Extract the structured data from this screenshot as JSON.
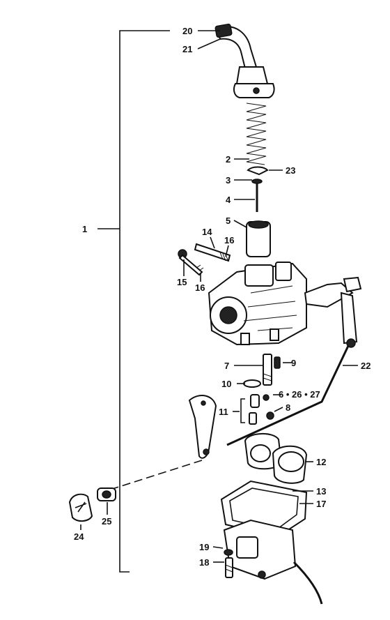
{
  "diagram": {
    "callouts": {
      "c1": "1",
      "c2": "2",
      "c3": "3",
      "c4": "4",
      "c5": "5",
      "c6": "6 • 26 • 27",
      "c7": "7",
      "c8": "8",
      "c9": "9",
      "c10": "10",
      "c11": "11",
      "c12": "12",
      "c13": "13",
      "c14": "14",
      "c15": "15",
      "c16a": "16",
      "c16b": "16",
      "c17": "17",
      "c18": "18",
      "c19": "19",
      "c20": "20",
      "c21": "21",
      "c22": "22",
      "c23": "23",
      "c24": "24",
      "c25": "25"
    }
  }
}
